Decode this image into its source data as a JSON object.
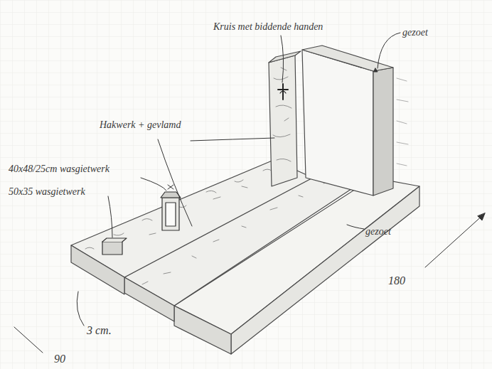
{
  "diagram": {
    "labels": [
      "Kruis met biddende handen",
      "gezoet",
      "Hakwerk + gevlamd",
      "40x48/25cm wasgietwerk",
      "50x35 wasgietwerk",
      "gezoet",
      "180",
      "3 cm.",
      "90"
    ]
  }
}
